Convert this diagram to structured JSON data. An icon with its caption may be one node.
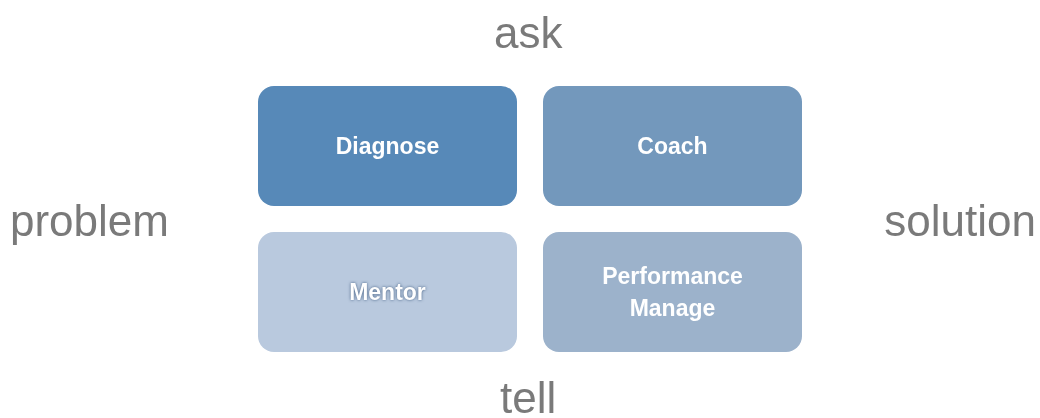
{
  "diagram": {
    "nodes": [
      {
        "text": [
          "Diagnose"
        ]
      },
      {
        "text": [
          "Coach"
        ]
      },
      {
        "text": [
          "Mentor"
        ]
      },
      {
        "text": [
          "Performance Manage"
        ]
      }
    ],
    "labels": [
      "ask",
      "problem",
      "solution",
      "tell"
    ]
  }
}
